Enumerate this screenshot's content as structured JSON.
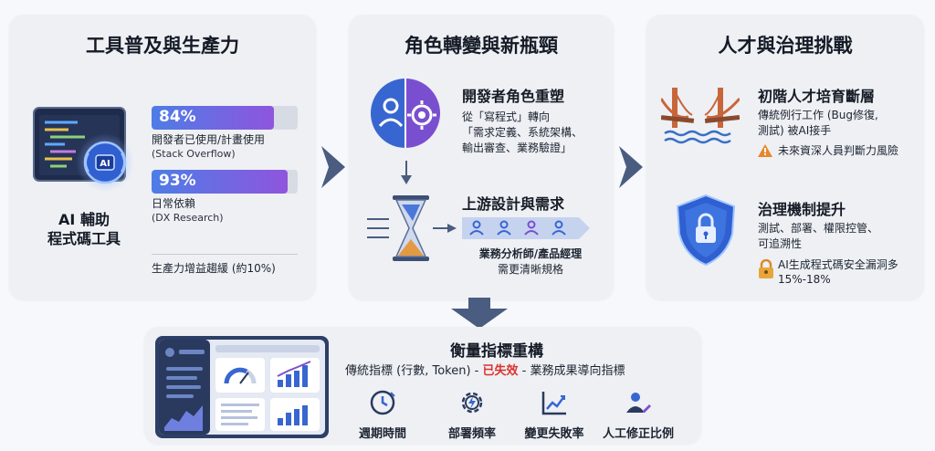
{
  "panel1": {
    "title": "工具普及與生產力",
    "ai_label_line1": "AI 輔助",
    "ai_label_line2": "程式碼工具",
    "monitor_badge": "AI",
    "stats": [
      {
        "value_text": "84%",
        "fraction": 0.84,
        "desc": "開發者已使用/計畫使用",
        "source": "(Stack Overflow)"
      },
      {
        "value_text": "93%",
        "fraction": 0.93,
        "desc": "日常依賴",
        "source": "(DX Research)"
      }
    ],
    "footer": "生產力增益趨緩 (約10%)"
  },
  "panel2": {
    "title": "角色轉變與新瓶頸",
    "section1": {
      "title": "開發者角色重塑",
      "line1": "從「寫程式」轉向",
      "line2": "「需求定義、系統架構、",
      "line3": "輸出審查、業務驗證」"
    },
    "section2": {
      "title": "上游設計與需求",
      "line1": "業務分析師/產品經理",
      "line2": "需更清晰規格"
    }
  },
  "panel3": {
    "title": "人才與治理挑戰",
    "section1": {
      "title": "初階人才培育斷層",
      "line1": "傳統例行工作 (Bug修復,",
      "line2": "測試) 被AI接手",
      "warning": "未來資深人員判斷力風險"
    },
    "section2": {
      "title": "治理機制提升",
      "line1": "測試、部署、權限控管、",
      "line2": "可追溯性",
      "lock_line1": "AI生成程式碼安全漏洞多",
      "lock_line2": "15%-18%"
    }
  },
  "panel4": {
    "title": "衡量指標重構",
    "subtitle_prefix": "傳統指標 (行數, Token) - ",
    "subtitle_red": "已失效",
    "subtitle_suffix": " - 業務成果導向指標",
    "metrics": [
      {
        "label": "週期時間",
        "icon": "clock-icon"
      },
      {
        "label": "部署頻率",
        "icon": "gear-bolt-icon"
      },
      {
        "label": "變更失敗率",
        "icon": "trend-chart-icon"
      },
      {
        "label": "人工修正比例",
        "icon": "person-edit-icon"
      }
    ]
  },
  "colors": {
    "accent_blue": "#3f6fd9",
    "accent_purple": "#8f55dd",
    "warning_red": "#d9332b",
    "warning_orange": "#e8862a",
    "panel_bg": "#eef0f4"
  }
}
